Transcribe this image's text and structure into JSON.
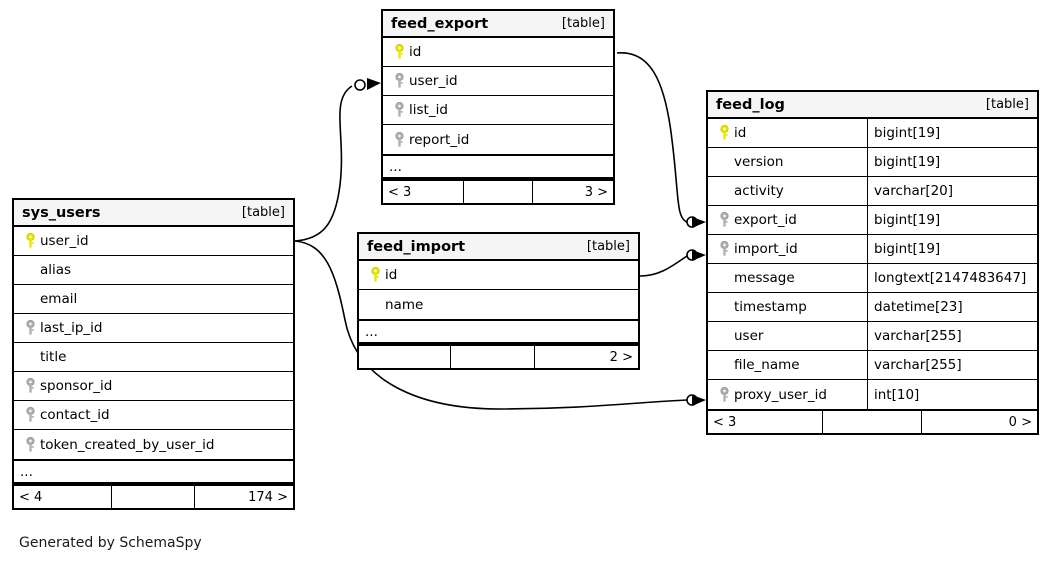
{
  "diagram": {
    "generator_note": "Generated by SchemaSpy",
    "table_tag": "[table]",
    "ellipsis": "...",
    "colors": {
      "primary_key": "#e8e800",
      "foreign_key": "#b0b0b0",
      "header_bg": "#f5f5f5",
      "border": "#000000",
      "background": "#ffffff"
    }
  },
  "tables": [
    {
      "id": "feed_export",
      "name": "feed_export",
      "tag": "[table]",
      "columns": [
        {
          "name": "id",
          "key": "primary",
          "type": ""
        },
        {
          "name": "user_id",
          "key": "foreign",
          "type": ""
        },
        {
          "name": "list_id",
          "key": "foreign",
          "type": ""
        },
        {
          "name": "report_id",
          "key": "foreign",
          "type": ""
        }
      ],
      "has_more_columns": true,
      "footer": {
        "left": "< 3",
        "middle": "",
        "right": "3 >"
      }
    },
    {
      "id": "sys_users",
      "name": "sys_users",
      "tag": "[table]",
      "columns": [
        {
          "name": "user_id",
          "key": "primary",
          "type": ""
        },
        {
          "name": "alias",
          "key": "none",
          "type": ""
        },
        {
          "name": "email",
          "key": "none",
          "type": ""
        },
        {
          "name": "last_ip_id",
          "key": "foreign",
          "type": ""
        },
        {
          "name": "title",
          "key": "none",
          "type": ""
        },
        {
          "name": "sponsor_id",
          "key": "foreign",
          "type": ""
        },
        {
          "name": "contact_id",
          "key": "foreign",
          "type": ""
        },
        {
          "name": "token_created_by_user_id",
          "key": "foreign",
          "type": ""
        }
      ],
      "has_more_columns": true,
      "footer": {
        "left": "< 4",
        "middle": "",
        "right": "174 >"
      }
    },
    {
      "id": "feed_import",
      "name": "feed_import",
      "tag": "[table]",
      "columns": [
        {
          "name": "id",
          "key": "primary",
          "type": ""
        },
        {
          "name": "name",
          "key": "none",
          "type": ""
        }
      ],
      "has_more_columns": true,
      "footer": {
        "left": "",
        "middle": "",
        "right": "2 >"
      }
    },
    {
      "id": "feed_log",
      "name": "feed_log",
      "tag": "[table]",
      "columns": [
        {
          "name": "id",
          "key": "primary",
          "type": "bigint[19]"
        },
        {
          "name": "version",
          "key": "none",
          "type": "bigint[19]"
        },
        {
          "name": "activity",
          "key": "none",
          "type": "varchar[20]"
        },
        {
          "name": "export_id",
          "key": "foreign",
          "type": "bigint[19]"
        },
        {
          "name": "import_id",
          "key": "foreign",
          "type": "bigint[19]"
        },
        {
          "name": "message",
          "key": "none",
          "type": "longtext[2147483647]"
        },
        {
          "name": "timestamp",
          "key": "none",
          "type": "datetime[23]"
        },
        {
          "name": "user",
          "key": "none",
          "type": "varchar[255]"
        },
        {
          "name": "file_name",
          "key": "none",
          "type": "varchar[255]"
        },
        {
          "name": "proxy_user_id",
          "key": "foreign",
          "type": "int[10]"
        }
      ],
      "has_more_columns": false,
      "footer": {
        "left": "< 3",
        "middle": "",
        "right": "0 >"
      }
    }
  ],
  "relationships": [
    {
      "from_table": "sys_users",
      "from_column": "user_id",
      "to_table": "feed_export",
      "to_column": "user_id"
    },
    {
      "from_table": "sys_users",
      "from_column": "user_id",
      "to_table": "feed_log",
      "to_column": "proxy_user_id"
    },
    {
      "from_table": "feed_export",
      "from_column": "id",
      "to_table": "feed_log",
      "to_column": "export_id"
    },
    {
      "from_table": "feed_import",
      "from_column": "id",
      "to_table": "feed_log",
      "to_column": "import_id"
    }
  ]
}
